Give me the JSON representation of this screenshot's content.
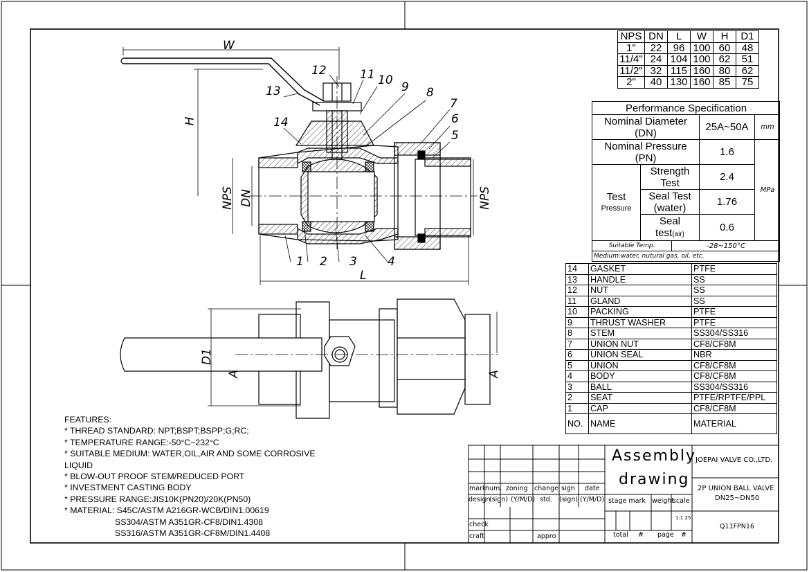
{
  "drawing": {
    "labels": {
      "w": "W",
      "h": "H",
      "l": "L",
      "nps_left": "NPS",
      "dn": "DN",
      "nps_right": "NPS",
      "d1": "D1",
      "a1": "A",
      "a2": "A"
    },
    "callouts": [
      "1",
      "2",
      "3",
      "4",
      "5",
      "6",
      "7",
      "8",
      "9",
      "10",
      "11",
      "12",
      "13",
      "14"
    ]
  },
  "dimension_table": {
    "headers": [
      "NPS",
      "DN",
      "L",
      "W",
      "H",
      "D1"
    ],
    "rows": [
      [
        "1\"",
        "22",
        "96",
        "100",
        "60",
        "48"
      ],
      [
        "11/4\"",
        "24",
        "104",
        "100",
        "62",
        "51"
      ],
      [
        "11/2\"",
        "32",
        "115",
        "160",
        "80",
        "62"
      ],
      [
        "2\"",
        "40",
        "130",
        "160",
        "85",
        "75"
      ]
    ]
  },
  "performance": {
    "title": "Performance Specification",
    "nominal_diameter": "Nominal Diameter",
    "dn": "(DN)",
    "dn_value": "25A~50A",
    "dn_unit": "mm",
    "nominal_pressure": "Nominal Pressure",
    "pn": "(PN)",
    "pn_value": "1.6",
    "test": "Test",
    "pressure": "Pressure",
    "strength_test": "Strength Test",
    "strength_value": "2.4",
    "seal_test_water": "Seal Test (water)",
    "seal_water_value": "1.76",
    "seal": "Seal",
    "test_air": "test",
    "air": "(air)",
    "seal_air_value": "0.6",
    "pressure_unit": "MPa",
    "suitable_temp": "Suitable Temp.",
    "temp_value": "-28~150°C",
    "medium": "Medium:water, nutural gas, oil, etc."
  },
  "parts": {
    "rows": [
      [
        "14",
        "GASKET",
        "PTFE"
      ],
      [
        "13",
        "HANDLE",
        "SS"
      ],
      [
        "12",
        "NUT",
        "SS"
      ],
      [
        "11",
        "GLAND",
        "SS"
      ],
      [
        "10",
        "PACKING",
        "PTFE"
      ],
      [
        "9",
        "THRUST WASHER",
        "PTFE"
      ],
      [
        "8",
        "STEM",
        "SS304/SS316"
      ],
      [
        "7",
        "UNION NUT",
        "CF8/CF8M"
      ],
      [
        "6",
        "UNION SEAL",
        "NBR"
      ],
      [
        "5",
        "UNION",
        "CF8/CF8M"
      ],
      [
        "4",
        "BODY",
        "CF8/CF8M"
      ],
      [
        "3",
        "BALL",
        "SS304/SS316"
      ],
      [
        "2",
        "SEAT",
        "PTFE/RPTFE/PPL"
      ],
      [
        "1",
        "CAP",
        "CF8/CF8M"
      ]
    ],
    "header": [
      "NO.",
      "NAME",
      "MATERIAL"
    ]
  },
  "features": {
    "title": "FEATURES:",
    "items": [
      "* THREAD STANDARD: NPT;BSPT;BSPP;G;RC;",
      "* TEMPERATURE RANGE:-50°C~232°C",
      "* SUITABLE MEDIUM: WATER,OIL,AIR AND SOME CORROSIVE",
      "LIQUID",
      "* BLOW-OUT PROOF STEM/REDUCED PORT",
      "* INVESTMENT CASTING BODY",
      "* PRESSURE RANGE:JIS10K(PN20)/20K(PN50)",
      "* MATERIAL: S45C/ASTM A216GR-WCB/DIN1.00619"
    ],
    "material_lines": [
      "SS304/ASTM A351GR-CF8/DIN1.4308",
      "SS316/ASTM A351GR-CF8M/DIN1.4408"
    ]
  },
  "title_block": {
    "assembly": "Assembly",
    "drawing": "drawing",
    "company": "JOEPAI VALVE CO.,LTD.",
    "product_line1": "2P UNION BALL VALVE",
    "product_line2": "DN25~DN50",
    "code": "Q11FPN16",
    "scale_value": "1:1.25",
    "row1": [
      "mark",
      "num.",
      "zoning",
      "change",
      "sign",
      "date"
    ],
    "row2": [
      "design",
      "(sign)",
      "(Y/M/D)",
      "std.",
      "(sign)",
      "(Y/M/D)"
    ],
    "stage_row": [
      "stage mark",
      "weight",
      "scale"
    ],
    "check": "check",
    "craft": "craft",
    "appro": "appro",
    "total": "total",
    "hash1": "#",
    "page": "page",
    "hash2": "#"
  }
}
